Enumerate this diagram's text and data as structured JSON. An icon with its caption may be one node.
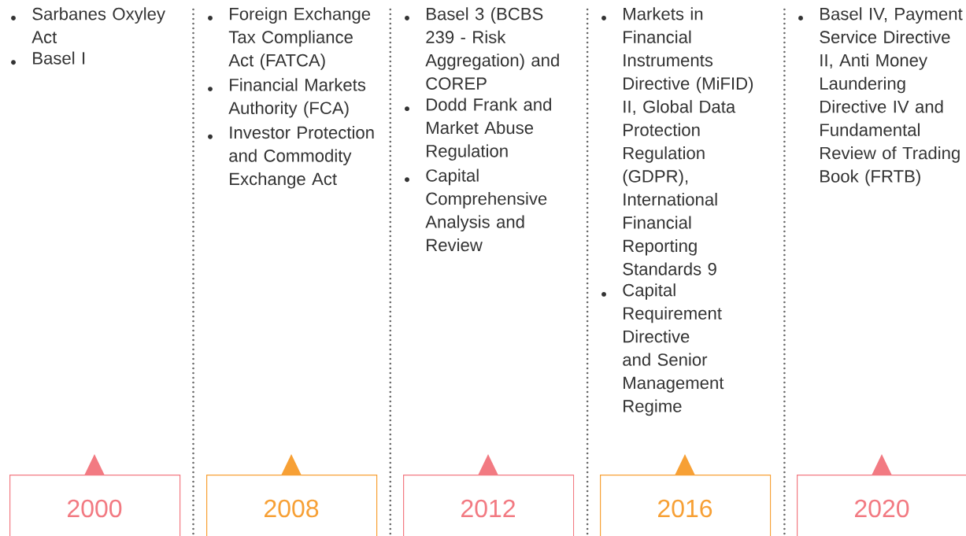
{
  "diagram": {
    "nodes": [
      {
        "text": [
          "2000"
        ]
      },
      {
        "text": [
          "2008"
        ]
      },
      {
        "text": [
          "2012"
        ]
      },
      {
        "text": [
          "2016"
        ]
      },
      {
        "text": [
          "2020"
        ]
      }
    ],
    "labels": [
      "Sarbanes Oxyley Act",
      "Basel I",
      "Foreign Exchange Tax Compliance Act (FATCA)",
      "Financial Markets Authority (FCA)",
      "Investor Protection and Commodity Exchange Act",
      "Basel 3 (BCBS 239 - Risk Aggregation) and COREP",
      "Dodd Frank and Market Abuse Regulation",
      "Capital Comprehensive Analysis and Review",
      "Markets in Financial Instruments Directive (MiFID) II, Global Data Protection Regulation (GDPR), International Financial Reporting Standards 9",
      "Capital Requirement Directive and Senior Management Regime",
      "Basel IV, Payment Service Directive II, Anti Money Laundering Directive IV and Fundamental Review of Trading Book (FRTB)"
    ]
  }
}
